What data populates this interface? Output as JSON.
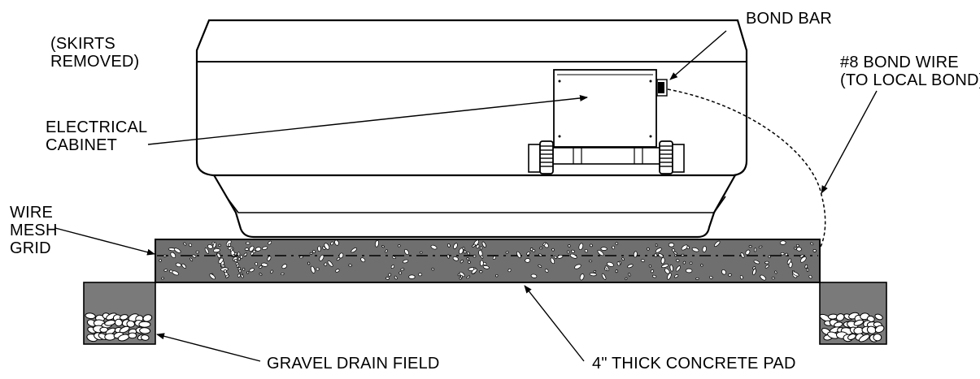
{
  "labels": {
    "skirts_removed": [
      "(SKIRTS",
      "REMOVED)"
    ],
    "bond_bar": "BOND BAR",
    "bond_wire": [
      "#8 BOND WIRE",
      "(TO LOCAL BOND)"
    ],
    "electrical_cabinet": [
      "ELECTRICAL",
      "CABINET"
    ],
    "wire_mesh_grid": [
      "WIRE",
      "MESH",
      "GRID"
    ],
    "gravel_drain_field": "GRAVEL DRAIN FIELD",
    "concrete_pad": "4\" THICK CONCRETE PAD"
  },
  "colors": {
    "line": "#000000",
    "concrete": "#6f6f6f",
    "pit": "#7a7a7a",
    "fill": "#ffffff"
  }
}
